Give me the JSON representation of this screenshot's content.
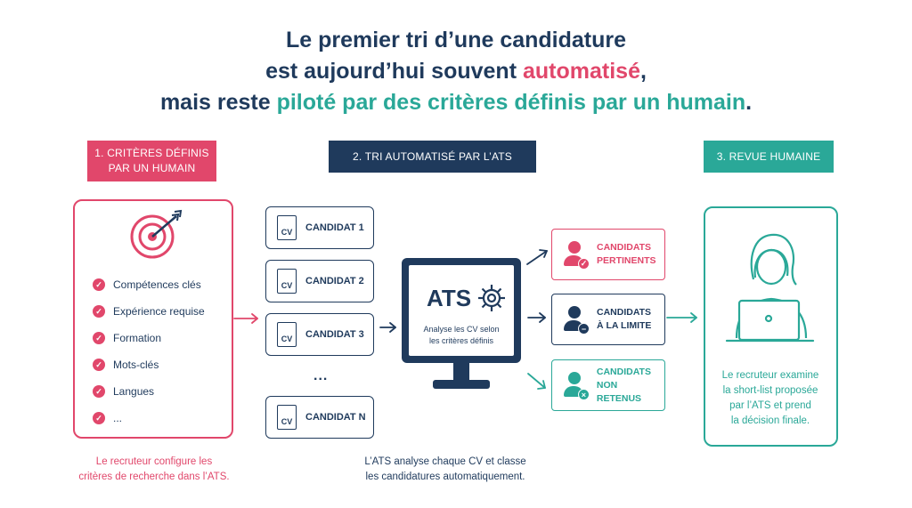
{
  "title": {
    "line1": "Le premier tri d’une candidature",
    "line2_a": "est aujourd’hui souvent ",
    "line2_b": "automatisé",
    "line2_c": ",",
    "line3_a": "mais reste ",
    "line3_b": "piloté par des critères définis par un humain",
    "line3_c": "."
  },
  "steps": {
    "step1_line1": "1. CRITÈRES DÉFINIS",
    "step1_line2": "PAR UN HUMAIN",
    "step2": "2. TRI AUTOMATISÉ PAR L’ATS",
    "step3": "3. REVUE HUMAINE"
  },
  "criteria": [
    "Compétences clés",
    "Expérience requise",
    "Formation",
    "Mots-clés",
    "Langues",
    "..."
  ],
  "cv_badge": "CV",
  "candidates": [
    "CANDIDAT 1",
    "CANDIDAT 2",
    "CANDIDAT 3",
    "CANDIDAT N"
  ],
  "ellipsis": "...",
  "ats": {
    "word": "ATS",
    "sub_line1": "Analyse les CV selon",
    "sub_line2": "les critères définis"
  },
  "results": [
    {
      "line1": "CANDIDATS",
      "line2": "PERTINENTS",
      "color": "#e1476b",
      "badge": "✓"
    },
    {
      "line1": "CANDIDATS",
      "line2": "À LA LIMITE",
      "color": "#1f3a5c",
      "badge": "−"
    },
    {
      "line1": "CANDIDATS",
      "line2": "NON RETENUS",
      "color": "#2aa898",
      "badge": "×"
    }
  ],
  "captions": {
    "c1_line1": "Le recruteur configure les",
    "c1_line2": "critères de recherche dans l’ATS.",
    "c2_line1": "L’ATS analyse chaque CV et classe",
    "c2_line2": "les candidatures automatiquement.",
    "c3_line1": "Le recruteur examine",
    "c3_line2": "la short-list proposée",
    "c3_line3": "par l’ATS et prend",
    "c3_line4": "la décision finale."
  },
  "colors": {
    "navy": "#1f3a5c",
    "pink": "#e1476b",
    "teal": "#2aa898"
  },
  "icons": [
    "target-icon",
    "check-icon",
    "cv-document-icon",
    "gear-icon",
    "monitor-icon",
    "person-icon",
    "laptop-user-icon",
    "arrow-icon"
  ]
}
